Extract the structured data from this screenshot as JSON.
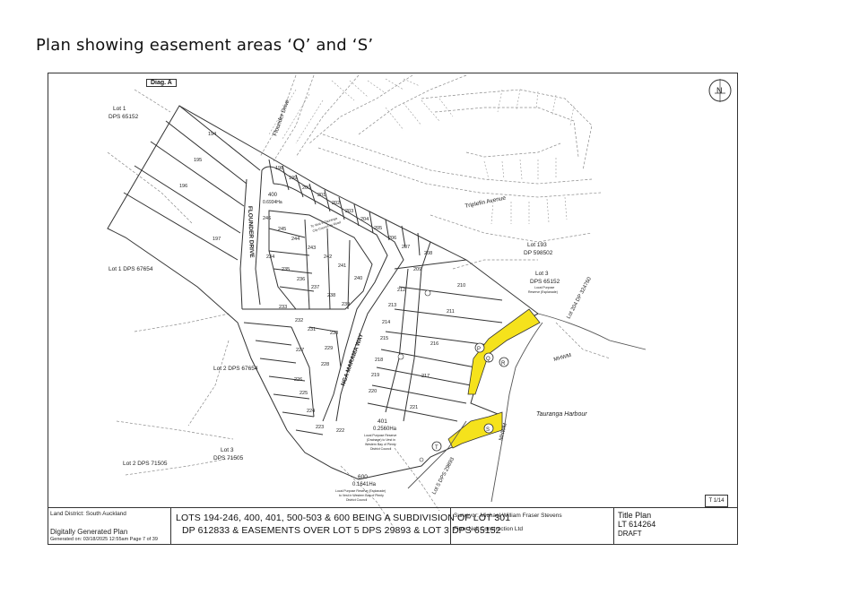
{
  "heading": "Plan showing easement areas ‘Q’ and ‘S’",
  "diag_label": "Diag. A",
  "north_label": "N",
  "sheet_ref": "T 1/14",
  "colors": {
    "easement_fill": "#f5e21c",
    "line": "#333333",
    "dashed": "#777777"
  },
  "map_labels": {
    "lot1_dps65152": [
      "Lot 1",
      "DPS 65152"
    ],
    "lot1_dps67654": "Lot 1 DPS 67654",
    "lot2_dps67654": "Lot 2 DPS 67654",
    "lot3_dps71505": [
      "Lot 3",
      "DPS 71505"
    ],
    "lot2_dps71505": "Lot 2 DPS 71505",
    "lot193": [
      "Lot 193",
      "DP 598502"
    ],
    "lot3_dps65152": [
      "Lot 3",
      "DPS 65152"
    ],
    "lot3_note": [
      "Local Purpose",
      "Reserve (Esplanade)"
    ],
    "lot204": "Lot 204 DP 324760",
    "lot5": "Lot 5 DPS 29893",
    "flounder_drive_top": "Flounder Drive",
    "flounder_drive": "FLOUNDER DRIVE",
    "triplefin_avenue": "Triplefin Avenue",
    "nga_marama_way": "NGA MARAMA WAY",
    "tauranga_harbour": "Tauranga Harbour",
    "mhwm_1": "MHWM",
    "mhwm_2": "MHWM",
    "lot400": [
      "400",
      "0.6934Ha"
    ],
    "lot400_note": [
      "To Vest in Tauranga",
      "City Council as Road"
    ],
    "lot401": [
      "401",
      "0.2560Ha"
    ],
    "lot401_note": [
      "Local Purpose Reserve",
      "(Drainage) to Vest in",
      "Western Bay of Plenty",
      "District Council"
    ],
    "lot600": [
      "600",
      "0.1641Ha"
    ],
    "lot600_note": [
      "Local Purpose Reserve (Esplanade)",
      "to Vest in Western Bay of Plenty",
      "District Council"
    ],
    "easement_markers": [
      "P",
      "Q",
      "R",
      "S",
      "T"
    ]
  },
  "lot_numbers": [
    "194",
    "195",
    "196",
    "197",
    "198",
    "199",
    "200",
    "201",
    "202",
    "203",
    "204",
    "205",
    "206",
    "207",
    "208",
    "209",
    "210",
    "211",
    "212",
    "213",
    "214",
    "215",
    "216",
    "217",
    "218",
    "219",
    "220",
    "221",
    "222",
    "223",
    "224",
    "225",
    "226",
    "227",
    "228",
    "229",
    "230",
    "231",
    "232",
    "233",
    "234",
    "235",
    "236",
    "237",
    "238",
    "239",
    "240",
    "241",
    "242",
    "243",
    "244",
    "245",
    "246"
  ],
  "footer": {
    "land_district": "Land District: South Auckland",
    "generated_title": "Digitally Generated Plan",
    "generated_on": "Generated on: 03/18/2025 12:55am Page 7 of 39",
    "title_line1": "LOTS 194-246, 400, 401, 500-503 & 600 BEING A SUBDIVISION OF LOT 301",
    "title_line2": "DP 612833 & EASEMENTS OVER LOT 5 DPS 29893 & LOT 3 DPS 65152",
    "surveyor": "Surveyor: Michael William Fraser Stevens",
    "firm": "Firm: Neil Construction Ltd",
    "plan_type": "Title Plan",
    "plan_number": "LT 614264",
    "status": "DRAFT"
  }
}
